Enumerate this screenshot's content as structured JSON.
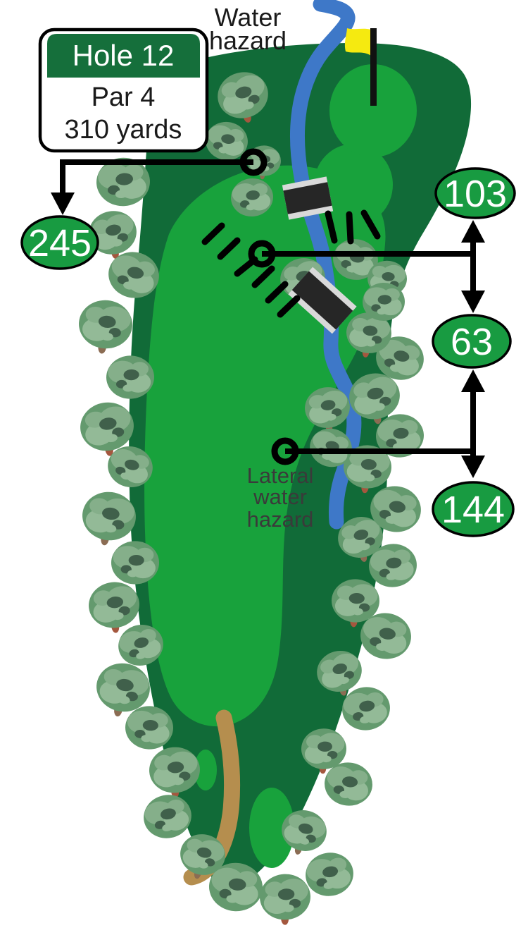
{
  "info_card": {
    "title": "Hole 12",
    "par": "Par 4",
    "yardage": "310 yards"
  },
  "labels": {
    "water_hazard_line1": "Water",
    "water_hazard_line2": "hazard",
    "lateral_line1": "Lateral",
    "lateral_line2": "water",
    "lateral_line3": "hazard"
  },
  "distance_markers": {
    "left": "245",
    "right_top": "103",
    "right_mid": "63",
    "right_bottom": "144"
  },
  "colors": {
    "rough": "#116B38",
    "fairway": "#18A23C",
    "badge": "#189B41",
    "headerGreen": "#156F3B",
    "stream": "#3E78C8",
    "path": "#B58E4E",
    "flag": "#F5EA10",
    "treeMid": "#649A6E",
    "treeLight": "#85AF8A",
    "treeLight2": "#93BA97",
    "treeDark": "#40604B",
    "trunk": "#8B6C53",
    "trunkRed": "#A4573E",
    "bridgeGray": "#D9D9D9",
    "bridgeBlack": "#262626"
  }
}
